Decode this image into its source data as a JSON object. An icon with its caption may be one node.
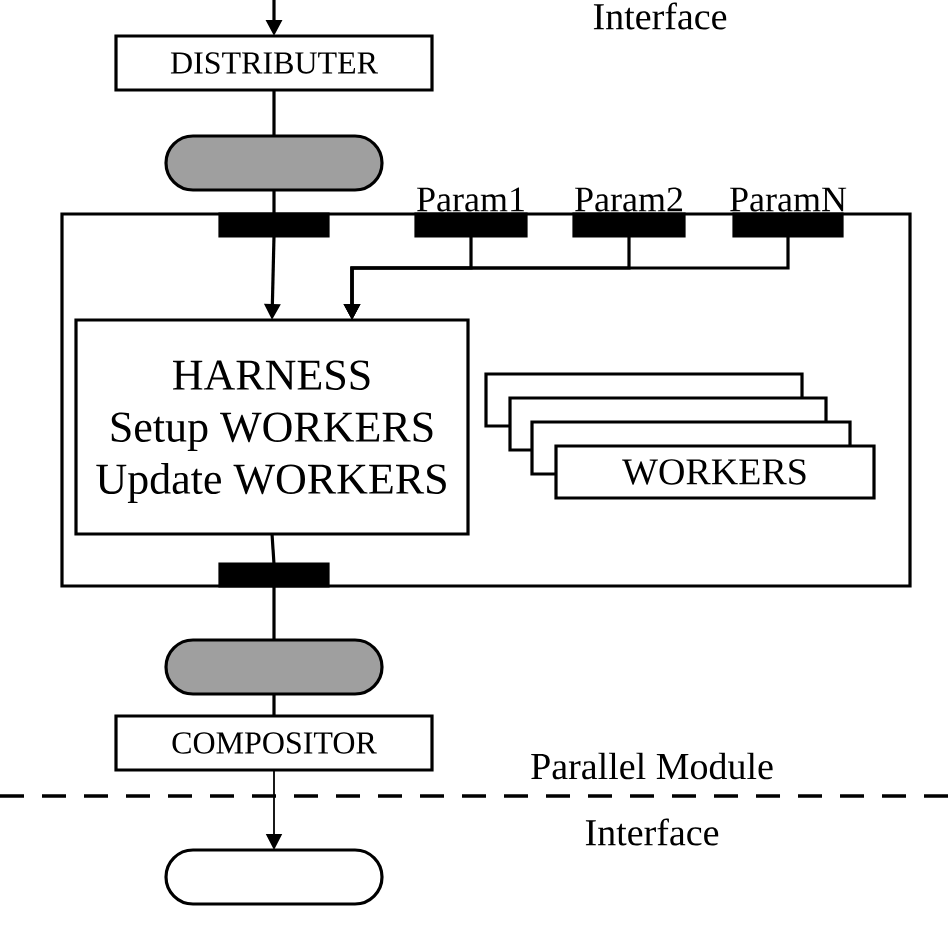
{
  "diagram": {
    "nodes": [
      {
        "text": [
          "DISTRIBUTER"
        ]
      },
      {
        "text": [],
        "shape": "pill"
      },
      {
        "text": [],
        "shape": "box"
      },
      {
        "text": [],
        "shape": "bar",
        "in": 2
      },
      {
        "text": [
          "Param1"
        ],
        "in": 2
      },
      {
        "text": [
          "Param2"
        ],
        "in": 2
      },
      {
        "text": [
          "ParamN"
        ],
        "in": 2
      },
      {
        "text": [
          "HARNESS",
          "Setup WORKERS",
          "Update WORKERS"
        ],
        "in": 2
      },
      {
        "text": [],
        "shape": "box",
        "in": 2
      },
      {
        "text": [],
        "shape": "box",
        "in": 2
      },
      {
        "text": [],
        "shape": "box",
        "in": 2
      },
      {
        "text": [
          "WORKERS"
        ],
        "in": 2
      },
      {
        "text": [],
        "shape": "bar",
        "in": 2
      },
      {
        "text": [],
        "shape": "pill"
      },
      {
        "text": [
          "COMPOSITOR"
        ]
      },
      {
        "text": [],
        "shape": "pill"
      }
    ],
    "edges": [
      {
        "from": null,
        "to": 0,
        "arrow": "to"
      },
      {
        "from": 0,
        "to": 1,
        "arrow": "none"
      },
      {
        "from": 1,
        "to": 3,
        "arrow": "none"
      },
      {
        "from": 3,
        "to": 7,
        "arrow": "to"
      },
      {
        "from": 4,
        "to": 7,
        "arrow": "to"
      },
      {
        "from": 5,
        "to": 7,
        "arrow": "to"
      },
      {
        "from": 6,
        "to": 7,
        "arrow": "to"
      },
      {
        "from": 7,
        "to": 12,
        "arrow": "none"
      },
      {
        "from": 12,
        "to": 13,
        "arrow": "none"
      },
      {
        "from": 13,
        "to": 14,
        "arrow": "none"
      },
      {
        "from": 14,
        "to": 15,
        "arrow": "to"
      }
    ],
    "labels": [
      "Interface",
      "Parallel Module",
      "Interface"
    ]
  }
}
